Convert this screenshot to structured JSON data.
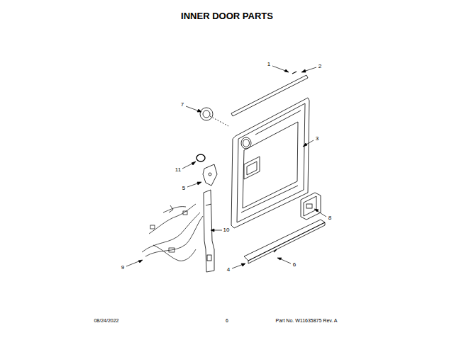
{
  "diagram": {
    "title": "INNER DOOR PARTS",
    "labels": [
      "1",
      "2",
      "7",
      "3",
      "11",
      "5",
      "8",
      "10",
      "9",
      "4",
      "6",
      "08/24/2022",
      "6",
      "Part No. W11635875 Rev. A"
    ]
  }
}
